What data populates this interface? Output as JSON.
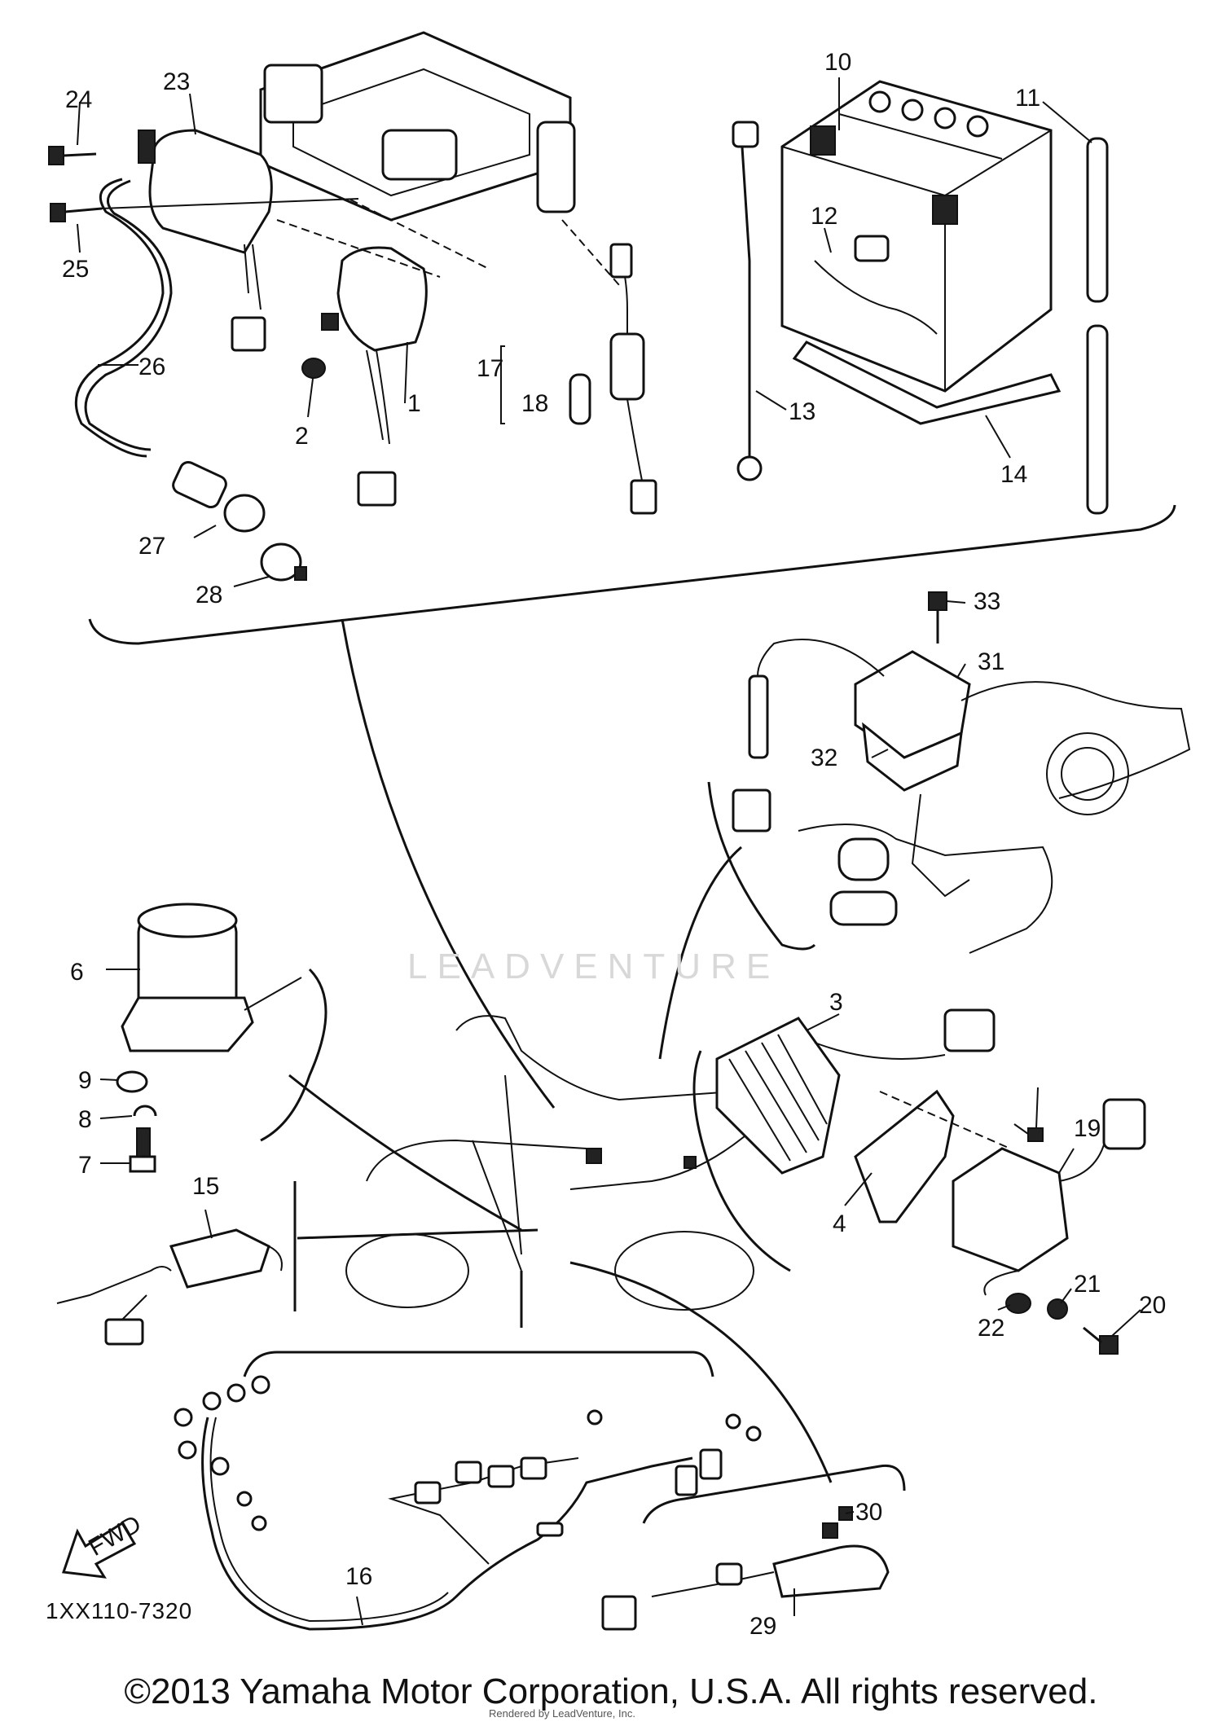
{
  "diagram": {
    "code": "1XX110-7320",
    "fwd_label": "FWD",
    "watermark": "LEADVENTURE",
    "copyright": "©2013 Yamaha Motor Corporation, U.S.A. All rights reserved.",
    "render_note": "Rendered by LeadVenture, Inc.",
    "callouts": [
      "1",
      "2",
      "3",
      "4",
      "6",
      "7",
      "8",
      "9",
      "10",
      "11",
      "12",
      "13",
      "14",
      "15",
      "16",
      "17",
      "18",
      "19",
      "20",
      "21",
      "22",
      "23",
      "24",
      "25",
      "26",
      "27",
      "28",
      "29",
      "30",
      "31",
      "32",
      "33"
    ]
  }
}
